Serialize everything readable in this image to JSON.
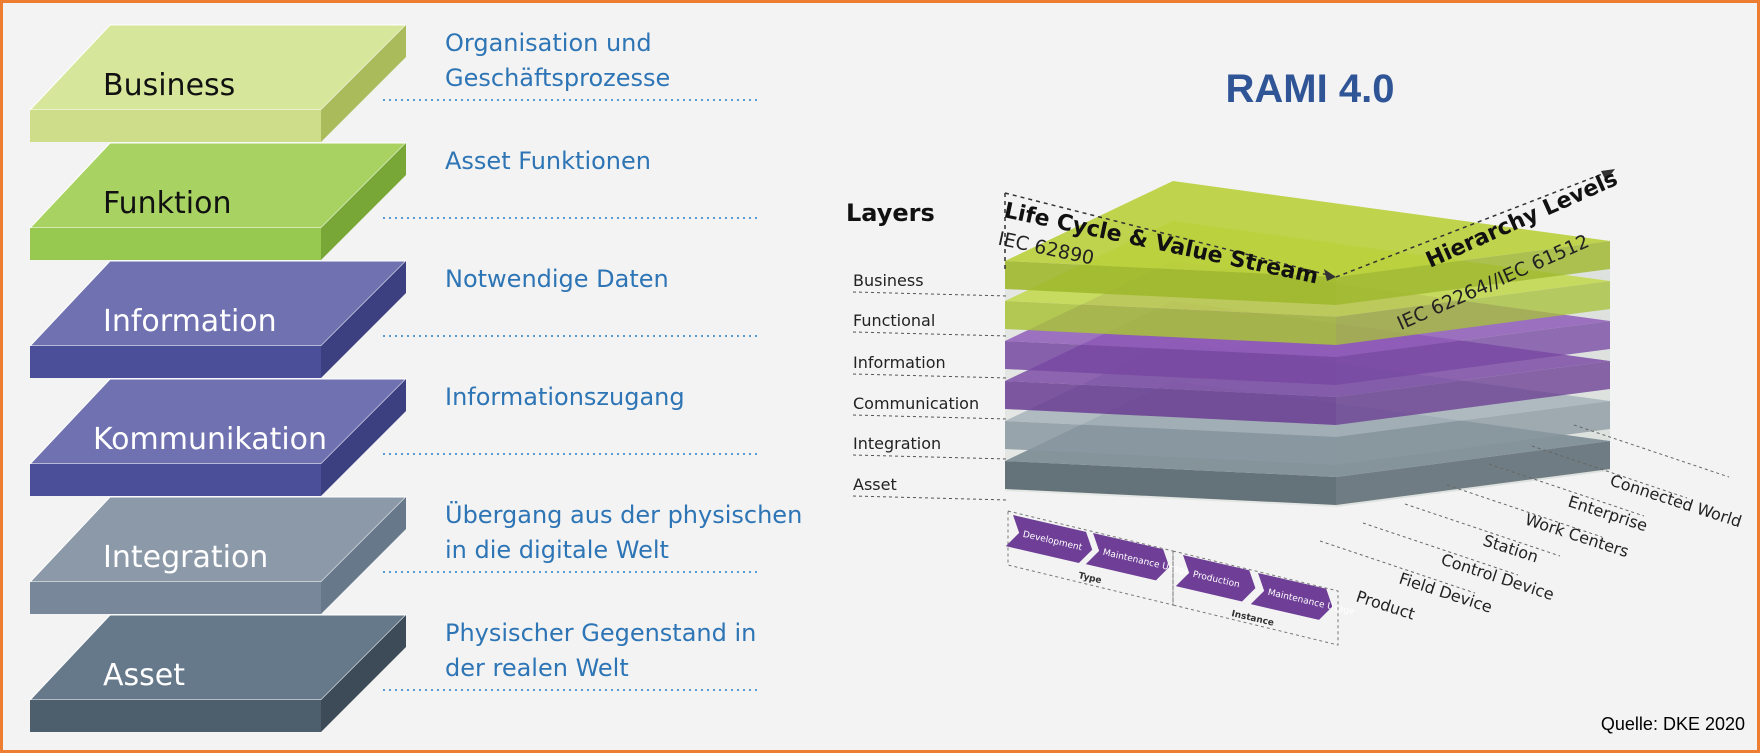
{
  "title": "RAMI 4.0",
  "source": "Quelle: DKE 2020",
  "slabs": [
    {
      "label": "Business",
      "description_line1": "Organisation und",
      "description_line2": "Geschäftsprozesse",
      "top_color": "#d6e69a",
      "front_color": "#cddd8a",
      "side_color": "#a9bb5a",
      "text_color": "#111111"
    },
    {
      "label": "Funktion",
      "description_line1": "Asset Funktionen",
      "description_line2": "",
      "top_color": "#a8d262",
      "front_color": "#97c850",
      "side_color": "#78a637",
      "text_color": "#111111"
    },
    {
      "label": "Information",
      "description_line1": "Notwendige Daten",
      "description_line2": "",
      "top_color": "#6f71b0",
      "front_color": "#4b4f9a",
      "side_color": "#3c3f80",
      "text_color": "#ffffff"
    },
    {
      "label": "Kommunikation",
      "description_line1": "Informationszugang",
      "description_line2": "",
      "top_color": "#6f71b0",
      "front_color": "#4b4f9a",
      "side_color": "#3c3f80",
      "text_color": "#ffffff"
    },
    {
      "label": "Integration",
      "description_line1": "Übergang aus der physischen",
      "description_line2": "in die digitale Welt",
      "top_color": "#8c99a8",
      "front_color": "#78889a",
      "side_color": "#66788a",
      "text_color": "#ffffff"
    },
    {
      "label": "Asset",
      "description_line1": "Physischer Gegenstand in",
      "description_line2": "der realen Welt",
      "top_color": "#66798a",
      "front_color": "#4d5e6d",
      "side_color": "#3d4b58",
      "text_color": "#ffffff"
    }
  ],
  "rami": {
    "layers_title": "Layers",
    "layers": [
      "Business",
      "Functional",
      "Information",
      "Communication",
      "Integration",
      "Asset"
    ],
    "lifecycle_title": "Life Cycle & Value Stream",
    "lifecycle_standard": "IEC 62890",
    "hierarchy_title": "Hierarchy Levels",
    "hierarchy_standard": "IEC 62264//IEC 61512",
    "hierarchy_levels": [
      "Product",
      "Field Device",
      "Control Device",
      "Station",
      "Work Centers",
      "Enterprise",
      "Connected World"
    ],
    "type_label": "Type",
    "instance_label": "Instance",
    "type_steps": [
      "Development",
      "Maintenance Usage"
    ],
    "instance_steps": [
      "Production",
      "Maintenance Usage"
    ]
  }
}
